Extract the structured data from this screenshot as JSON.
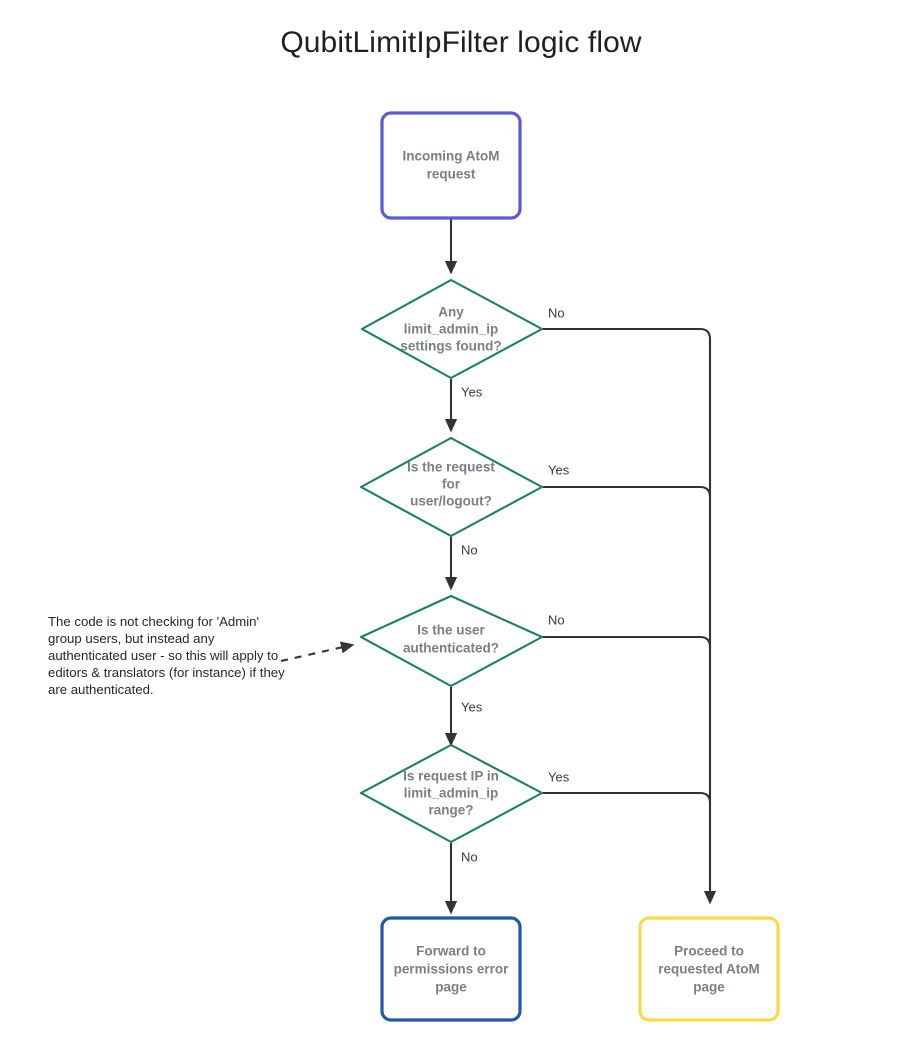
{
  "title": "QubitLimitIpFilter logic flow",
  "colors": {
    "node_start_border": "#5b5bd6",
    "node_error_border": "#2159a5",
    "node_proceed_border": "#fad847",
    "decision_border": "#1a7f64",
    "edge": "#333333",
    "node_text": "#7a7f87",
    "edge_label_text": "#3b3b3b",
    "note_text": "#25282b",
    "background": "#ffffff"
  },
  "nodes": {
    "start": {
      "id": "incoming-request",
      "shape": "rounded-rect",
      "lines": [
        "Incoming AtoM",
        "request"
      ]
    },
    "decision1": {
      "id": "limit-admin-ip-settings-found",
      "shape": "diamond",
      "lines": [
        "Any",
        "limit_admin_ip",
        "settings found?"
      ]
    },
    "decision2": {
      "id": "request-for-user-logout",
      "shape": "diamond",
      "lines": [
        "Is the request",
        "for",
        "user/logout?"
      ]
    },
    "decision3": {
      "id": "user-authenticated",
      "shape": "diamond",
      "lines": [
        "Is the user",
        "authenticated?"
      ]
    },
    "decision4": {
      "id": "request-ip-in-range",
      "shape": "diamond",
      "lines": [
        "Is request IP in",
        "limit_admin_ip",
        "range?"
      ]
    },
    "error": {
      "id": "forward-permissions-error",
      "shape": "rounded-rect",
      "lines": [
        "Forward to",
        "permissions error",
        "page"
      ]
    },
    "proceed": {
      "id": "proceed-requested-page",
      "shape": "rounded-rect",
      "lines": [
        "Proceed to",
        "requested AtoM",
        "page"
      ]
    }
  },
  "edge_labels": {
    "d1_no": "No",
    "d1_yes": "Yes",
    "d2_yes": "Yes",
    "d2_no": "No",
    "d3_no": "No",
    "d3_yes": "Yes",
    "d4_yes": "Yes",
    "d4_no": "No"
  },
  "note": {
    "lines": [
      "The code is not checking for 'Admin'",
      "group users, but instead any",
      "authenticated user - so this will apply to",
      "editors & translators (for instance) if they",
      "are authenticated."
    ]
  }
}
